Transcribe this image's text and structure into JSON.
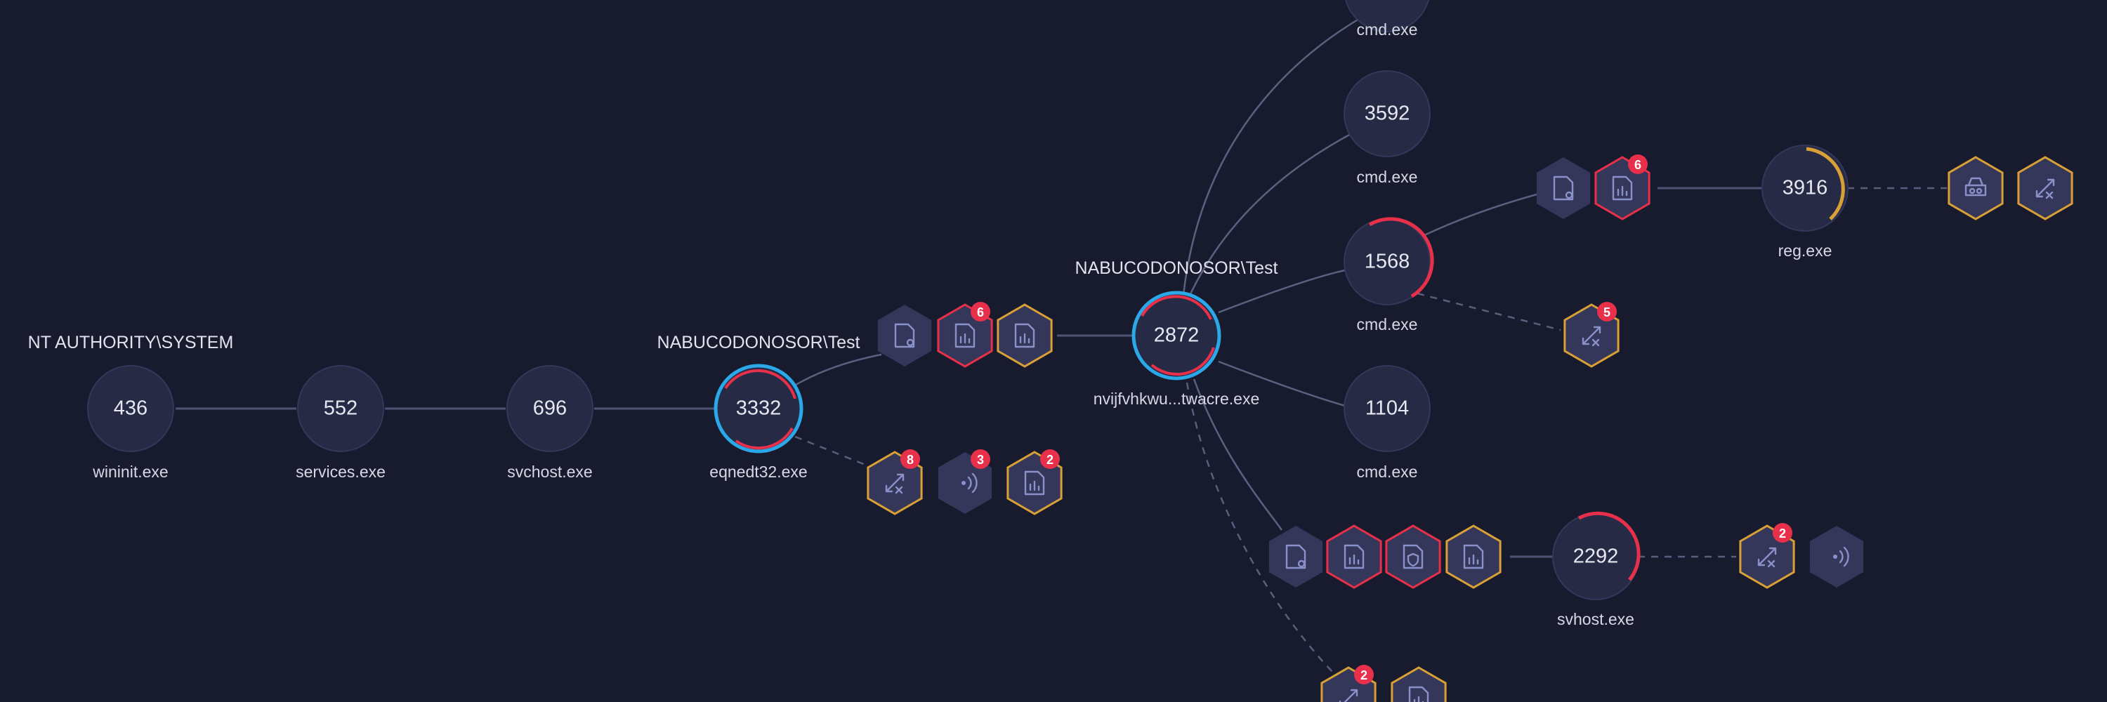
{
  "users": {
    "system": "NT AUTHORITY\\SYSTEM",
    "test_a": "NABUCODONOSOR\\Test",
    "test_b": "NABUCODONOSOR\\Test"
  },
  "processes": [
    {
      "key": "p436",
      "pid": "436",
      "name": "wininit.exe"
    },
    {
      "key": "p552",
      "pid": "552",
      "name": "services.exe"
    },
    {
      "key": "p696",
      "pid": "696",
      "name": "svchost.exe"
    },
    {
      "key": "p3332",
      "pid": "3332",
      "name": "eqnedt32.exe"
    },
    {
      "key": "p2872",
      "pid": "2872",
      "name": "nvijfvhkwu...twacre.exe"
    },
    {
      "key": "ptop",
      "pid": "",
      "name": "cmd.exe"
    },
    {
      "key": "p3592",
      "pid": "3592",
      "name": "cmd.exe"
    },
    {
      "key": "p1568",
      "pid": "1568",
      "name": "cmd.exe"
    },
    {
      "key": "p1104",
      "pid": "1104",
      "name": "cmd.exe"
    },
    {
      "key": "p2292",
      "pid": "2292",
      "name": "svhost.exe"
    },
    {
      "key": "p3916",
      "pid": "3916",
      "name": "reg.exe"
    }
  ],
  "status_colors": {
    "critical": "#e8304a",
    "warning": "#d9a036",
    "highlight": "#2aa8e8",
    "neutral": "#34375a"
  },
  "events": [
    {
      "key": "e3332a",
      "icon": "file-icon",
      "status": "neutral",
      "badge": ""
    },
    {
      "key": "e3332b",
      "icon": "file-write-icon",
      "status": "critical",
      "badge": "6"
    },
    {
      "key": "e3332c",
      "icon": "file-write-icon",
      "status": "warning",
      "badge": ""
    },
    {
      "key": "e3332d",
      "icon": "network-icon",
      "status": "warning",
      "badge": "8"
    },
    {
      "key": "e3332e",
      "icon": "signal-icon",
      "status": "neutral",
      "badge": "3"
    },
    {
      "key": "e3332f",
      "icon": "file-write-icon",
      "status": "warning",
      "badge": "2"
    },
    {
      "key": "e1568a",
      "icon": "file-icon",
      "status": "neutral",
      "badge": ""
    },
    {
      "key": "e1568b",
      "icon": "file-write-icon",
      "status": "critical",
      "badge": "6"
    },
    {
      "key": "e1568c",
      "icon": "network-icon",
      "status": "warning",
      "badge": "5"
    },
    {
      "key": "e3916a",
      "icon": "registry-icon",
      "status": "warning",
      "badge": ""
    },
    {
      "key": "e3916b",
      "icon": "network-icon",
      "status": "warning",
      "badge": ""
    },
    {
      "key": "e2292a",
      "icon": "file-icon",
      "status": "neutral",
      "badge": ""
    },
    {
      "key": "e2292b",
      "icon": "file-write-icon",
      "status": "critical",
      "badge": ""
    },
    {
      "key": "e2292c",
      "icon": "shield-file-icon",
      "status": "critical",
      "badge": ""
    },
    {
      "key": "e2292d",
      "icon": "file-write-icon",
      "status": "warning",
      "badge": ""
    },
    {
      "key": "e2292e",
      "icon": "network-icon",
      "status": "warning",
      "badge": "2"
    },
    {
      "key": "e2292f",
      "icon": "signal-icon",
      "status": "neutral",
      "badge": ""
    },
    {
      "key": "ebota",
      "icon": "network-icon",
      "status": "warning",
      "badge": "2"
    },
    {
      "key": "ebotb",
      "icon": "file-write-icon",
      "status": "warning",
      "badge": ""
    }
  ]
}
